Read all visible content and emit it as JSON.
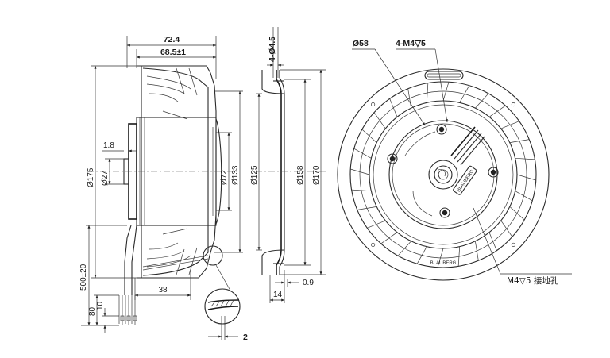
{
  "side_view": {
    "dims": {
      "overall_length": "72.4",
      "body_length": "68.5±1",
      "offset": "1.8",
      "dia_175": "Ø175",
      "dia_27": "Ø27",
      "dia_72": "Ø72",
      "dia_133": "Ø133",
      "cable_length": "500±20",
      "cable_strip": "80",
      "wire_strip": "10",
      "cable_offset": "38",
      "detail_thickness": "2"
    }
  },
  "section_view": {
    "dims": {
      "holes": "4-Ø4.5",
      "dia_125": "Ø125",
      "dia_158": "Ø158",
      "dia_170": "Ø170",
      "flange_thickness": "0.9",
      "flange_depth": "14"
    }
  },
  "front_view": {
    "callouts": {
      "dia_58": "Ø58",
      "screw_holes": "4-M4▽5",
      "ground_hole": "M4▽5 接地孔"
    },
    "brand": "BLAUBERG"
  }
}
